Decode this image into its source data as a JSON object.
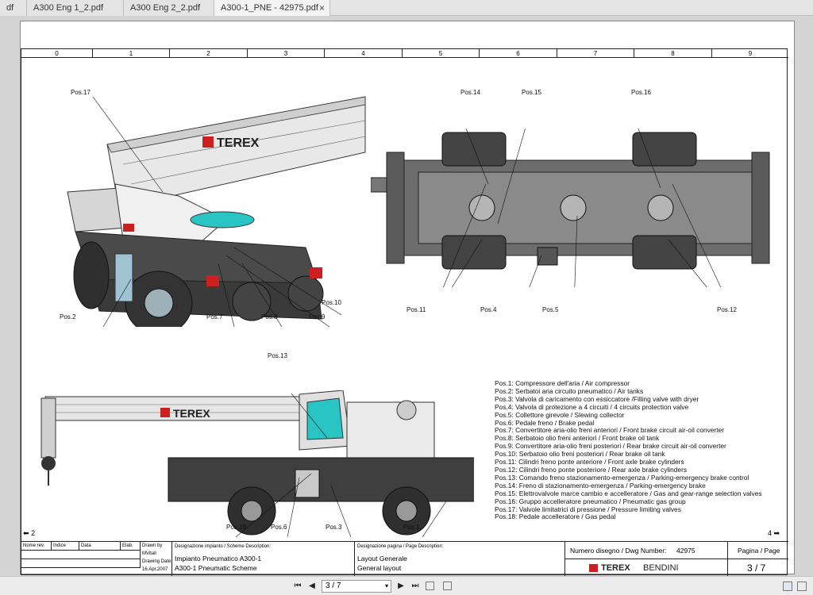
{
  "tabs": [
    {
      "label": "df"
    },
    {
      "label": "A300 Eng 1_2.pdf"
    },
    {
      "label": "A300 Eng 2_2.pdf"
    },
    {
      "label": "A300-1_PNE - 42975.pdf",
      "close": "×"
    }
  ],
  "ruler": [
    "0",
    "1",
    "2",
    "3",
    "4",
    "5",
    "6",
    "7",
    "8",
    "9"
  ],
  "callouts": {
    "p17": "Pos.17",
    "p2": "Pos.2",
    "p7": "Pos.7",
    "p8": "Pos.8",
    "p9": "Pos.9",
    "p10": "Pos.10",
    "p14": "Pos.14",
    "p15": "Pos.15",
    "p16": "Pos.16",
    "p11": "Pos.11",
    "p4": "Pos.4",
    "p5": "Pos.5",
    "p12": "Pos.12",
    "p13": "Pos.13",
    "p18": "Pos.18",
    "p6": "Pos.6",
    "p3": "Pos.3",
    "p1": "Pos.1"
  },
  "brand": "TEREX",
  "legend": [
    "Pos.1: Compressore dell'aria / Air compressor",
    "Pos.2: Serbatoi aria circuito pneumatico / Air tanks",
    "Pos.3: Valvola di caricamento con essiccatore /Filling valve with dryer",
    "Pos.4: Valvola di protezione a 4 circuiti / 4 circuits protection valve",
    "Pos.5: Collettore girevole / Slewing collector",
    "Pos.6: Pedale freno / Brake pedal",
    "Pos.7: Convertitore aria-olio freni anteriori / Front brake circuit air-oil converter",
    "Pos.8: Serbatoio olio freni anteriori / Front brake oil tank",
    "Pos.9: Convertitore aria-olio freni posteriori / Rear brake circuit air-oil converter",
    "Pos.10: Serbatoio olio freni posteriori / Rear brake oil tank",
    "Pos.11: Cilindri freno ponte anteriore / Front axle brake cylinders",
    "Pos.12: Cilindri freno ponte posteriore / Rear axle brake cylinders",
    "Pos.13: Comando freno stazionamento-emergenza / Parking-emergency brake control",
    "Pos.14: Freno di stazionamento-emergenza / Parking-emergency brake",
    "Pos.15: Elettrovalvole marce cambio e accelleratore / Gas and gear-range selection valves",
    "Pos.16: Gruppo accelleratore pneumatico / Pneumatic gas group",
    "Pos.17: Valvole limitatrici di pressione / Pressure limiting valves",
    "Pos.18: Pedale accelleratore / Gas pedal"
  ],
  "page_refs": {
    "left": "2",
    "right": "4"
  },
  "titleblock": {
    "nome_rev": "Nome rev.",
    "indice": "Indice",
    "data": "Data",
    "elab": "Elab.",
    "drawn_by_label": "Drawn by",
    "drawn_by": "MVitali",
    "drawing_date_label": "Drawing Date",
    "drawing_date": "16.Apr.2007",
    "scheme_desc_label": "Designazione impianto / Scheme Description:",
    "scheme_it": "Impianto Pneumatico A300-1",
    "scheme_en": "A300-1 Pneumatic Scheme",
    "page_desc_label": "Designazione pagina / Page Description:",
    "page_it": "Layout Generale",
    "page_en": "General layout",
    "dwg_label": "Numero disegno / Dwg Number:",
    "dwg_number": "42975",
    "brand_a": "TEREX",
    "brand_b": "BENDINI",
    "page_label": "Pagina / Page",
    "page_value": "3 / 7"
  },
  "nav": {
    "page": "3 / 7",
    "first": "⏮",
    "prev": "◀",
    "next": "▶",
    "last": "⏭"
  },
  "colors": {
    "brand_red": "#cc1f1f",
    "cab_cyan": "#29c4c4",
    "machine_dark": "#3a3a3a"
  }
}
